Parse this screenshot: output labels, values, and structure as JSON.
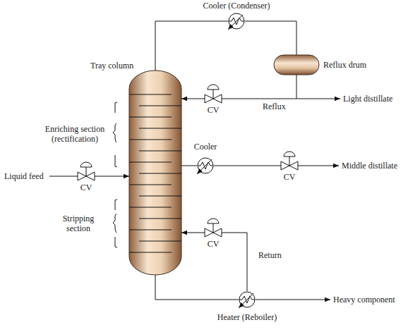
{
  "diagram": {
    "nodes": [
      {
        "text": [
          "Tray column"
        ]
      },
      {
        "text": [
          "Cooler (Condenser)"
        ]
      },
      {
        "text": [
          "Reflux drum"
        ]
      },
      {
        "text": [
          "CV"
        ]
      },
      {
        "text": [
          "CV"
        ]
      },
      {
        "text": [
          "Cooler"
        ]
      },
      {
        "text": [
          "CV"
        ]
      },
      {
        "text": [
          "CV"
        ]
      },
      {
        "text": [
          "Heater (Reboiler)"
        ]
      }
    ],
    "edges": [
      {
        "from": 0,
        "to": 1,
        "arrow": "none"
      },
      {
        "from": 1,
        "to": 2,
        "arrow": "none"
      },
      {
        "from": 2,
        "to": 3,
        "label": "Reflux",
        "arrow": "none"
      },
      {
        "from": 3,
        "to": 0,
        "arrow": "to"
      },
      {
        "from": 4,
        "to": 0,
        "arrow": "to"
      },
      {
        "from": 0,
        "to": 5,
        "arrow": "none"
      },
      {
        "from": 5,
        "to": 6,
        "arrow": "none"
      },
      {
        "from": 0,
        "to": 8,
        "arrow": "none"
      },
      {
        "from": 8,
        "to": 7,
        "label": "Return",
        "arrow": "none"
      },
      {
        "from": 7,
        "to": 0,
        "arrow": "to"
      }
    ],
    "labels": [
      "Enriching section (rectification)",
      "Stripping section",
      "Liquid feed",
      "Light distillate",
      "Middle distillate",
      "Heavy component"
    ]
  }
}
